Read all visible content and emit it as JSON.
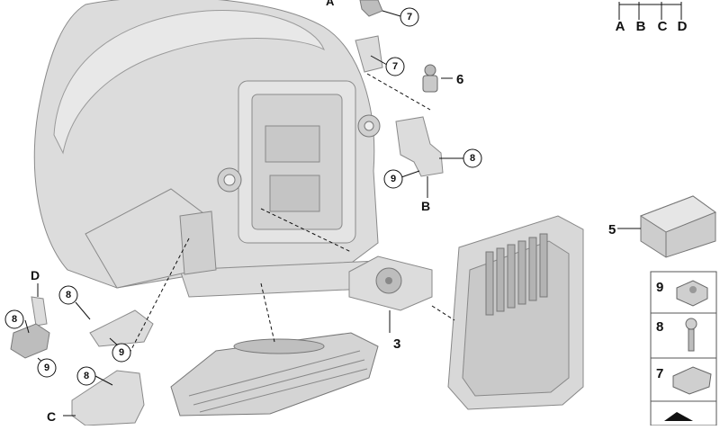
{
  "corner_labels": [
    "A",
    "B",
    "C",
    "D"
  ],
  "callouts": {
    "part_5": "5",
    "part_6": "6",
    "part_3": "3",
    "ref_7_top": "7",
    "ref_7_mid": "7",
    "ref_8_right": "8",
    "ref_9_right": "9",
    "ref_8_left_top": "8",
    "ref_8_left_mid": "8",
    "ref_9_left_mid": "9",
    "ref_9_left_low": "9",
    "ref_8_bottom": "8",
    "letter_A": "A",
    "letter_B": "B",
    "letter_C": "C",
    "letter_D": "D"
  },
  "legend": [
    {
      "label": "9"
    },
    {
      "label": "8"
    },
    {
      "label": "7"
    }
  ],
  "colors": {
    "part_fill": "#dcdcdc",
    "part_stroke": "#8a8a8a",
    "label": "#111111"
  }
}
